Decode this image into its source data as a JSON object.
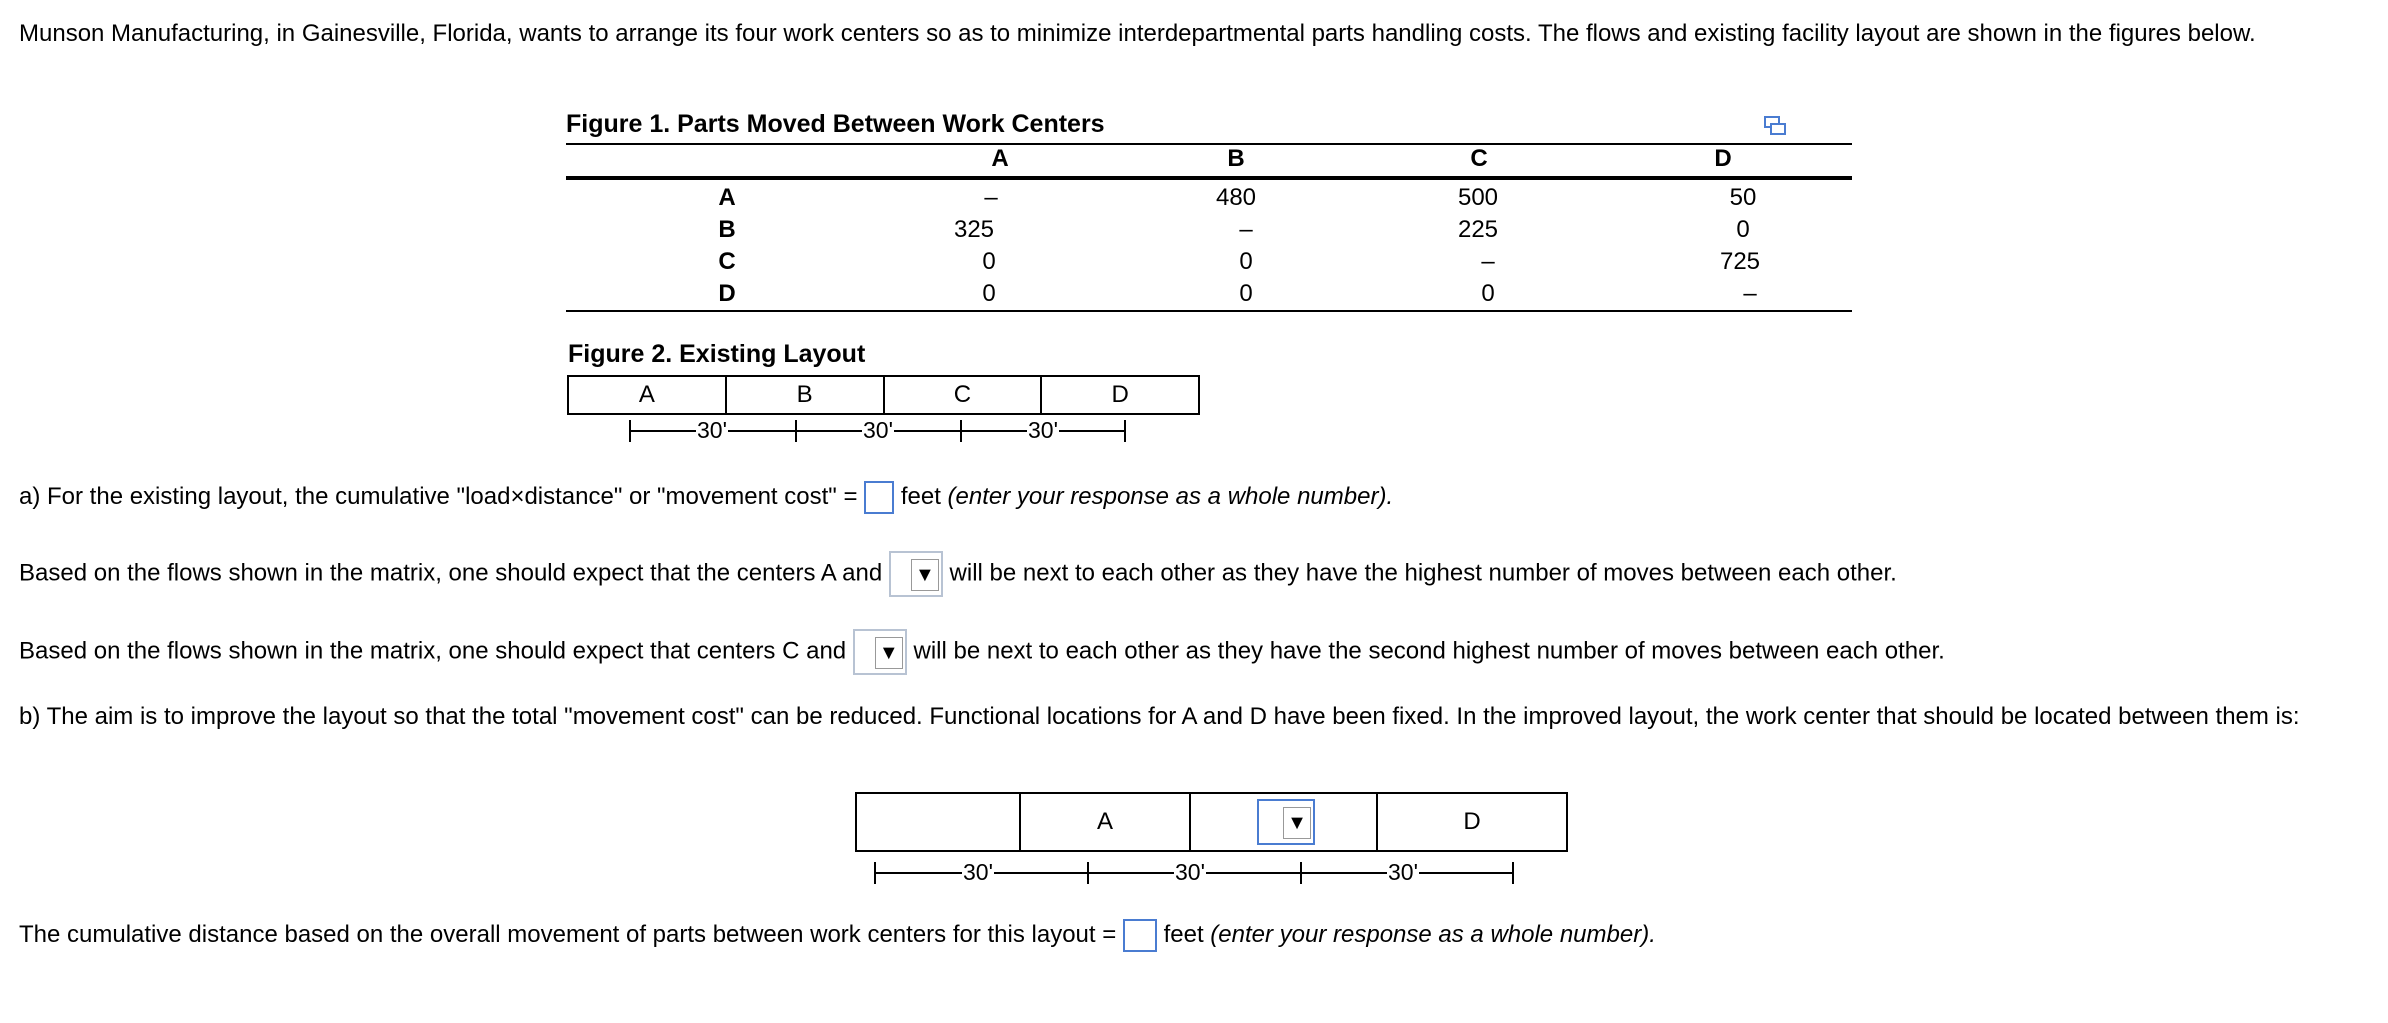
{
  "intro": "Munson Manufacturing, in Gainesville, Florida, wants to arrange its four work centers so as to minimize interdepartmental parts handling costs. The flows and existing facility layout are shown in the figures below.",
  "figure1": {
    "title": "Figure 1. Parts Moved Between Work Centers",
    "col_headers": [
      "A",
      "B",
      "C",
      "D"
    ],
    "rows": [
      {
        "label": "A",
        "values": [
          "–",
          "480",
          "500",
          "50"
        ]
      },
      {
        "label": "B",
        "values": [
          "325",
          "–",
          "225",
          "0"
        ]
      },
      {
        "label": "C",
        "values": [
          "0",
          "0",
          "–",
          "725"
        ]
      },
      {
        "label": "D",
        "values": [
          "0",
          "0",
          "0",
          "–"
        ]
      }
    ]
  },
  "figure2": {
    "title": "Figure 2. Existing Layout",
    "cells": [
      "A",
      "B",
      "C",
      "D"
    ],
    "dims": [
      "30'",
      "30'",
      "30'"
    ]
  },
  "qa": {
    "prefix": "a) For the existing layout, the cumulative \"load",
    "times": "×",
    "middle": "distance\" or \"movement cost\" =",
    "suffix": "feet",
    "hint": "(enter your response as a whole number)."
  },
  "q_next1": {
    "prefix": "Based on the flows shown in the matrix, one should expect that the centers A and",
    "suffix": "will be next to each other as they have the highest number of moves between each other."
  },
  "q_next2": {
    "prefix": "Based on the flows shown in the matrix, one should expect that centers C and",
    "suffix": "will be next to each other as they have the second highest number of moves between each other."
  },
  "qb": "b) The aim is to improve the layout so that the total \"movement cost\" can be reduced.  Functional locations for A and D have been fixed.  In the improved layout, the work center that should be located between them is:",
  "improved": {
    "cells": [
      "",
      "A",
      "",
      "D"
    ],
    "dims": [
      "30'",
      "30'",
      "30'"
    ]
  },
  "q_final": {
    "prefix": "The cumulative distance based on the overall movement of parts between work centers for this layout =",
    "suffix": "feet",
    "hint": "(enter your response as a whole number)."
  },
  "dropdown_glyph": "▼",
  "accent_color": "#4a7cd1"
}
